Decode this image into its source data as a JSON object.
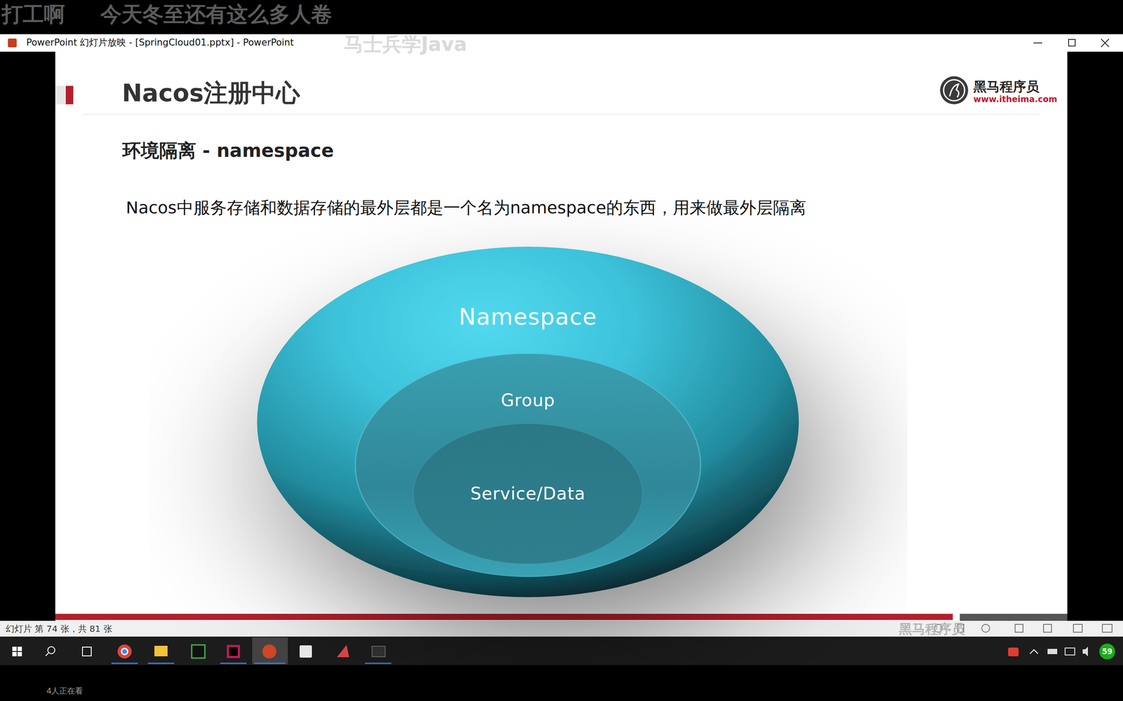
{
  "diagram": {
    "title": "Nacos注册中心",
    "nodes": [
      {
        "text": [
          "Namespace"
        ]
      },
      {
        "text": [
          "Group"
        ],
        "in": 0
      },
      {
        "text": [
          "Service/Data"
        ],
        "in": 1
      }
    ],
    "labels": [
      "打工啊",
      "今天冬至还有这么多人卷",
      "PowerPoint 幻灯片放映 - [SpringCloud01.pptx] - PowerPoint",
      "马士兵学Java",
      "黑马程序员",
      "www.itheima.com",
      "环境隔离 - namespace",
      "Nacos中服务存储和数据存储的最外层都是一个名为namespace的东西，用来做最外层隔离",
      "幻灯片 第 74 张，共 81 张",
      "黑马程序员",
      "59",
      "4人正在看"
    ]
  }
}
